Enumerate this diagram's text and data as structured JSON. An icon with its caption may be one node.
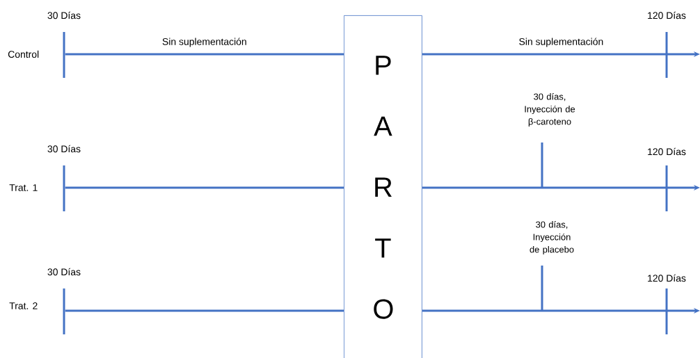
{
  "diagram": {
    "nodes": [
      {
        "text": [
          "P A R T O"
        ]
      },
      {
        "text": [],
        "shape": "bar",
        "beside": [
          "30 Días"
        ]
      },
      {
        "text": [],
        "shape": "bar",
        "beside": [
          "30 Días"
        ]
      },
      {
        "text": [],
        "shape": "bar",
        "beside": [
          "30 Días"
        ]
      }
    ],
    "edges": [
      {
        "from": 1,
        "to": 0,
        "arrow": "none",
        "label": "Sin suplementación"
      },
      {
        "from": 0,
        "to": null,
        "arrow": "to",
        "label": "Sin suplementación"
      },
      {
        "from": 2,
        "to": 0,
        "arrow": "none"
      },
      {
        "from": 0,
        "to": null,
        "arrow": "to"
      },
      {
        "from": 3,
        "to": 0,
        "arrow": "none"
      },
      {
        "from": 0,
        "to": null,
        "arrow": "to"
      }
    ],
    "labels": [
      "120 Días",
      "Control",
      "30 días, Inyección de β-caroteno",
      "120 Días",
      "Trat. 1",
      "30 días, Inyección de placebo",
      "120 Días",
      "Trat. 2"
    ]
  }
}
